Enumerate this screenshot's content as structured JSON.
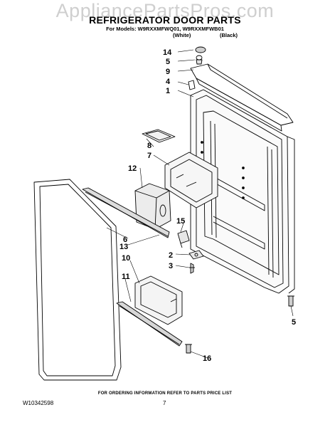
{
  "watermark": "AppliancePartsPros.com",
  "header": {
    "title": "REFRIGERATOR DOOR PARTS",
    "models": "For Models: W9RXXMFWQ01, W9RXXMFWB01",
    "variant_white": "(White)",
    "variant_black": "(Black)"
  },
  "callouts": [
    "14",
    "5",
    "9",
    "4",
    "1",
    "8",
    "7",
    "12",
    "6",
    "13",
    "15",
    "10",
    "2",
    "3",
    "11",
    "5",
    "16"
  ],
  "footer": {
    "note": "FOR ORDERING INFORMATION REFER TO PARTS PRICE LIST",
    "document_id": "W10342598",
    "page_number": "7"
  }
}
